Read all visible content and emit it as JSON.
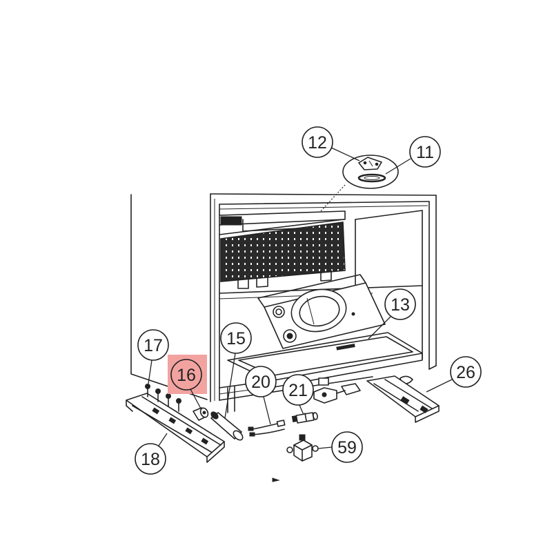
{
  "callouts": [
    {
      "label": "12"
    },
    {
      "label": "11"
    },
    {
      "label": "13"
    },
    {
      "label": "15"
    },
    {
      "label": "17"
    },
    {
      "label": "16"
    },
    {
      "label": "20"
    },
    {
      "label": "21"
    },
    {
      "label": "26"
    },
    {
      "label": "59"
    },
    {
      "label": "18"
    }
  ],
  "colors": {
    "highlight": "#f2a3a0",
    "ink": "#222222",
    "paper": "#ffffff"
  }
}
